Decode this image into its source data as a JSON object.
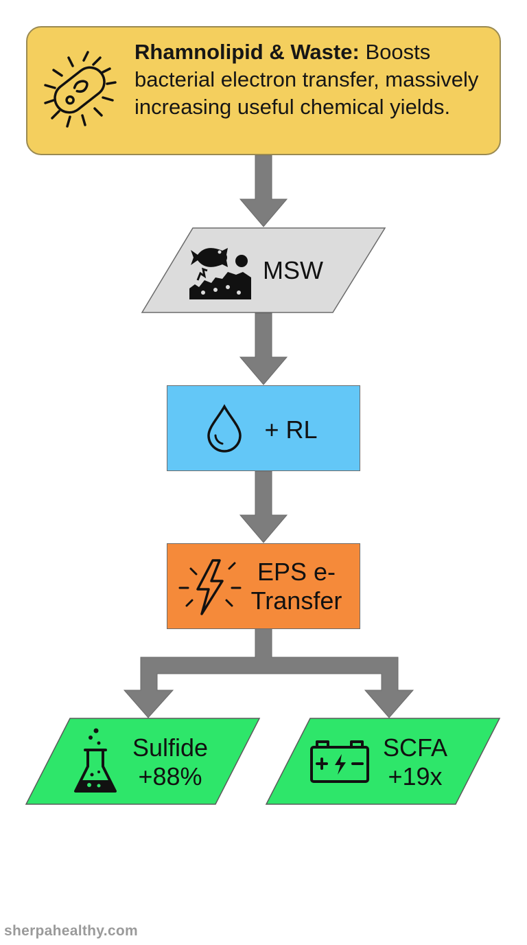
{
  "header": {
    "title": "Rhamnolipid & Waste:",
    "description": "Boosts bacterial electron transfer, massively increasing useful chemical yields.",
    "icon": "bacterium-icon",
    "color": "#f4cf5e"
  },
  "nodes": {
    "msw": {
      "label": "MSW",
      "icon": "fish-waste-icon",
      "color": "#dcdcdc"
    },
    "rl": {
      "label": "+ RL",
      "icon": "droplet-icon",
      "color": "#63c7f7"
    },
    "eps": {
      "line1": "EPS e-",
      "line2": "Transfer",
      "icon": "lightning-icon",
      "color": "#f58a3a"
    },
    "sulfide": {
      "line1": "Sulfide",
      "line2": "+88%",
      "icon": "flask-icon",
      "color": "#2ee66a"
    },
    "scfa": {
      "line1": "SCFA",
      "line2": "+19x",
      "icon": "battery-icon",
      "color": "#2ee66a"
    }
  },
  "arrow_color": "#7d7d7d",
  "footer": {
    "text": "sherpahealthy.com"
  }
}
